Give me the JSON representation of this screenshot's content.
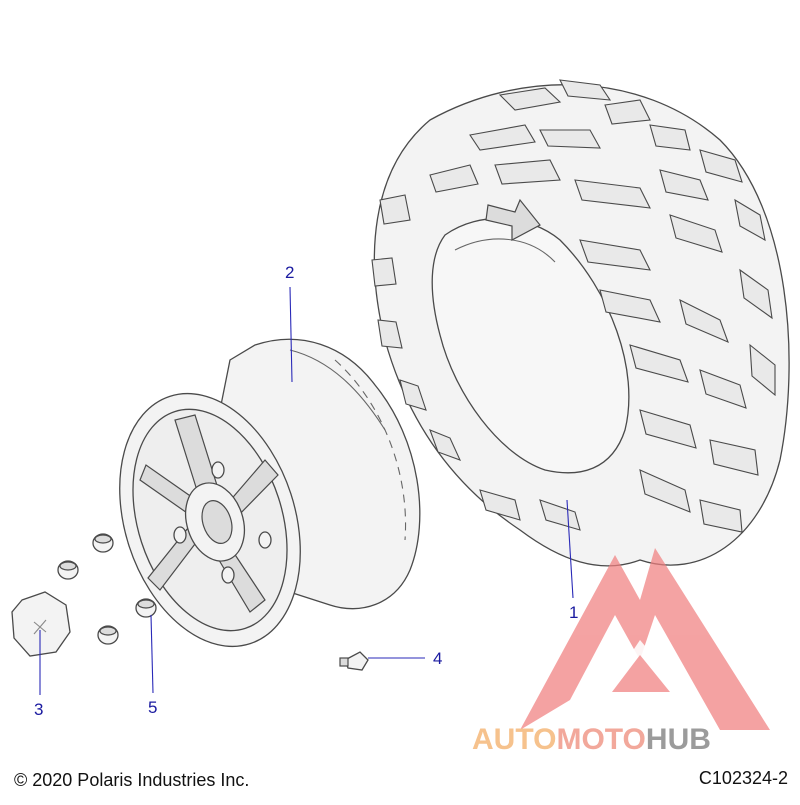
{
  "diagram": {
    "callouts": [
      {
        "id": "1",
        "label": "1"
      },
      {
        "id": "2",
        "label": "2"
      },
      {
        "id": "3",
        "label": "3"
      },
      {
        "id": "4",
        "label": "4"
      },
      {
        "id": "5",
        "label": "5"
      }
    ],
    "colors": {
      "callout": "#1a1aa0",
      "outline": "#4a4a4a",
      "part_fill": "#f3f3f3"
    }
  },
  "footer": {
    "copyright": "© 2020 Polaris Industries Inc.",
    "figure_id": "C102324-2"
  },
  "watermark": {
    "word_auto": "AUTO",
    "word_moto": "MOTO",
    "word_hub": "HUB",
    "colors": {
      "auto": "#f5b87a",
      "moto": "#f09a8a",
      "hub": "#8a8a8a",
      "logo": "#f07f7f"
    }
  }
}
